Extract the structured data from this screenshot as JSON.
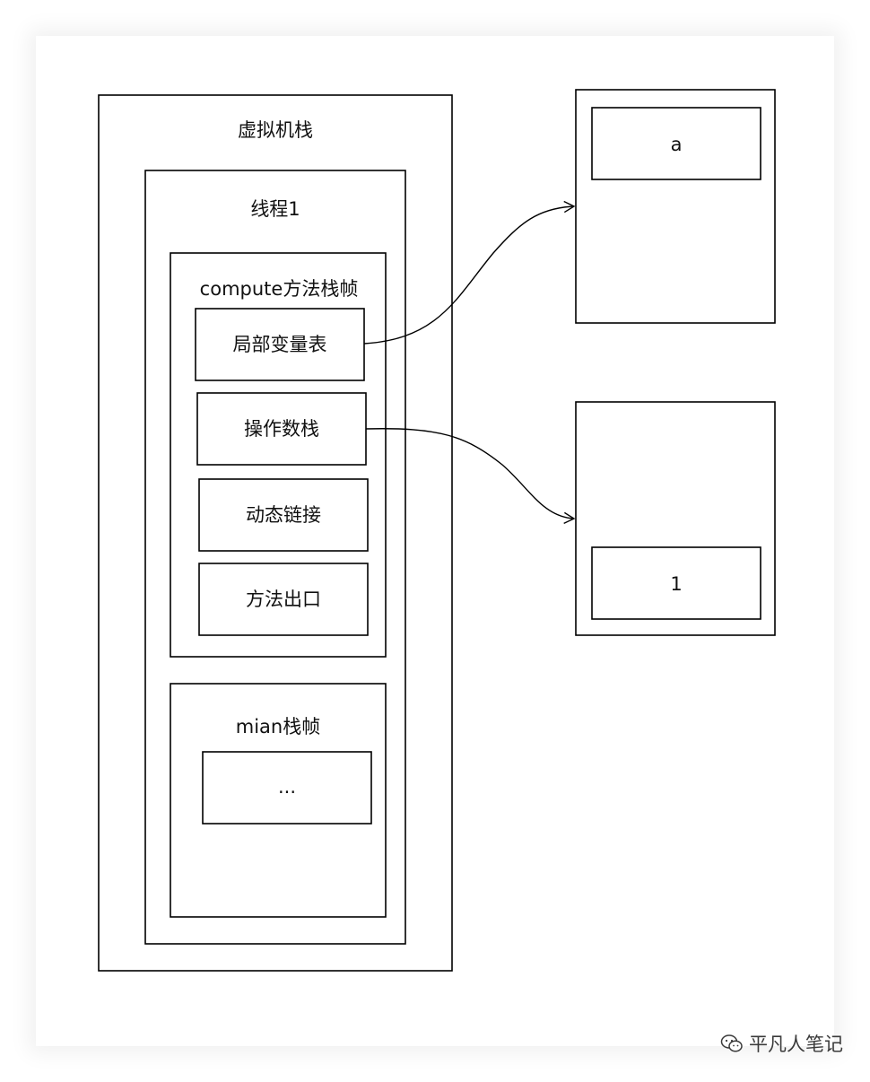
{
  "diagram": {
    "jvm_stack_label": "虚拟机栈",
    "thread_label": "线程1",
    "compute_frame_label": "compute方法栈帧",
    "local_var_table_label": "局部变量表",
    "operand_stack_label": "操作数栈",
    "dynamic_link_label": "动态链接",
    "method_exit_label": "方法出口",
    "main_frame_label": "mian栈帧",
    "main_frame_content": "...",
    "target_top_value": "a",
    "target_bottom_value": "1"
  },
  "watermark": {
    "icon": "wechat-icon",
    "text": "平凡人笔记"
  },
  "colors": {
    "stroke": "#000000",
    "background": "#ffffff"
  }
}
